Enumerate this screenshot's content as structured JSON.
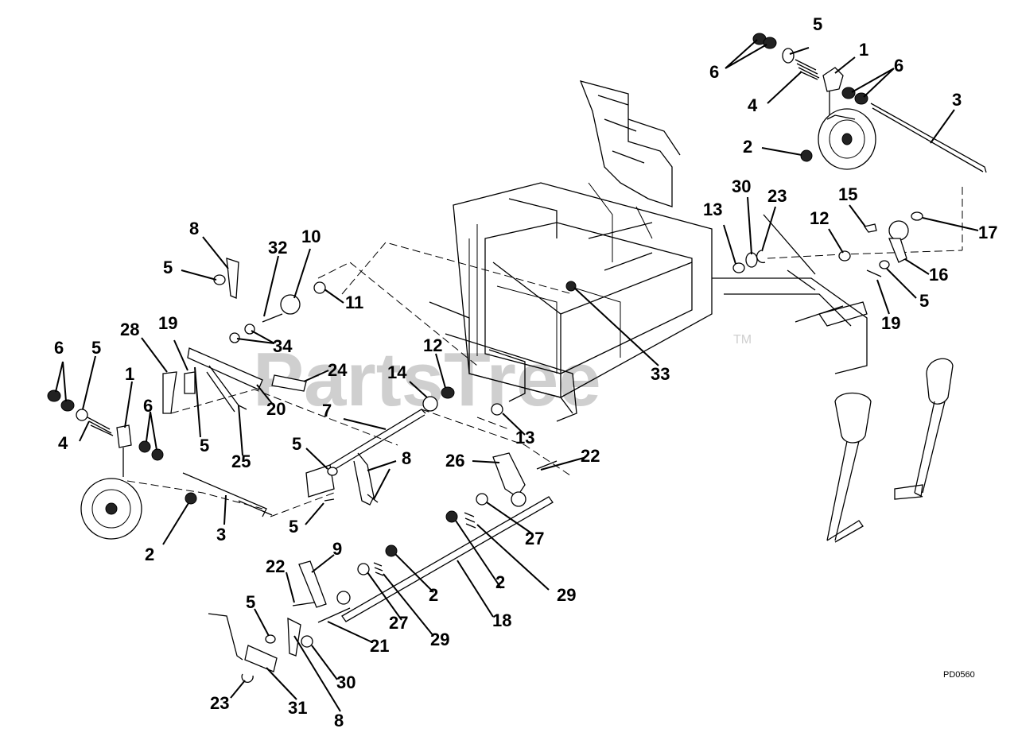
{
  "diagram": {
    "watermark": "PartsTree",
    "trademark": "TM",
    "drawing_code": "PD0560",
    "callouts": [
      "1",
      "2",
      "3",
      "4",
      "5",
      "6",
      "7",
      "8",
      "9",
      "10",
      "11",
      "12",
      "13",
      "14",
      "15",
      "16",
      "17",
      "18",
      "19",
      "20",
      "21",
      "22",
      "23",
      "24",
      "25",
      "26",
      "27",
      "28",
      "29",
      "30",
      "31",
      "32",
      "33",
      "34"
    ]
  }
}
